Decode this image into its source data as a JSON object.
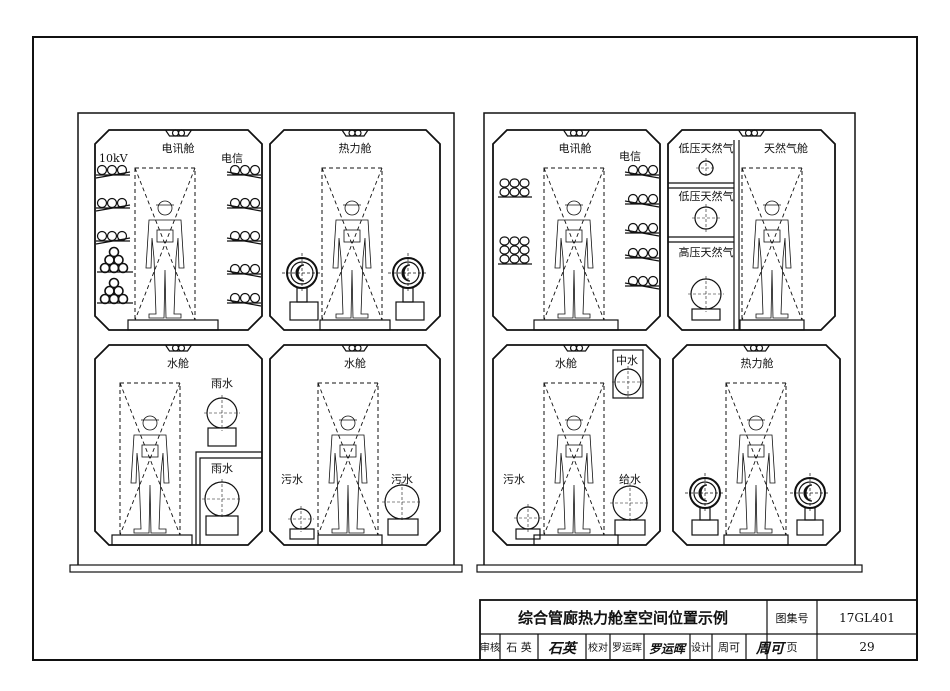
{
  "left_section": {
    "panel_telecom": {
      "title": "电讯舱",
      "left_label": "10kV",
      "right_label": "电信"
    },
    "panel_heat": {
      "title": "热力舱"
    },
    "panel_water_a": {
      "title": "水舱",
      "upper_label": "雨水",
      "lower_label": "雨水"
    },
    "panel_water_b": {
      "title": "水舱",
      "left_label": "污水",
      "right_label": "污水"
    }
  },
  "right_section": {
    "panel_telecom": {
      "title": "电讯舱",
      "right_label": "电信"
    },
    "panel_gas": {
      "title": "天然气舱",
      "low1_label": "低压天然气",
      "low2_label": "低压天然气",
      "high_label": "高压天然气"
    },
    "panel_water": {
      "title": "水舱",
      "reclaimed_label": "中水",
      "left_label": "污水",
      "right_label": "给水"
    },
    "panel_heat": {
      "title": "热力舱"
    }
  },
  "title_block": {
    "title": "综合管廊热力舱室空间位置示例",
    "atlas_no_label": "图集号",
    "atlas_no": "17GL401",
    "review_label": "审核",
    "reviewer": "石 英",
    "reviewer_sig": "石英",
    "check_label": "校对",
    "checker": "罗运晖",
    "checker_sig": "罗运晖",
    "design_label": "设计",
    "designer": "周可",
    "designer_sig": "周可",
    "page_label": "页",
    "page": "29"
  }
}
